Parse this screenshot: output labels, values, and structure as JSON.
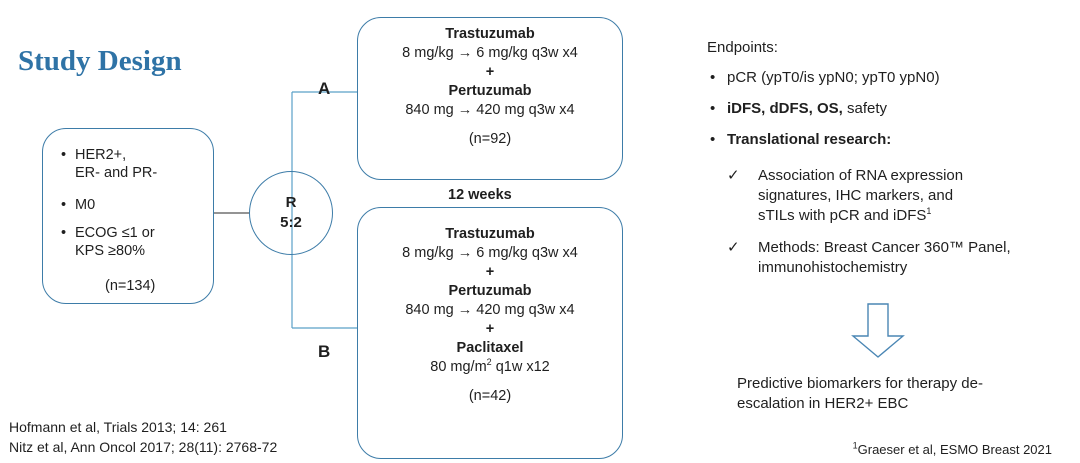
{
  "title": "Study Design",
  "eligibility": {
    "items": [
      "HER2+,\nER- and PR-",
      "M0",
      "ECOG ≤1 or\nKPS ≥80%"
    ],
    "n": "(n=134)"
  },
  "randomization": {
    "line1": "R",
    "line2": "5:2"
  },
  "interval_label": "12 weeks",
  "arm_a": {
    "label": "A",
    "drug1": "Trastuzumab",
    "dose1": "8 mg/kg → 6 mg/kg q3w x4",
    "plus1": "+",
    "drug2": "Pertuzumab",
    "dose2": "840 mg → 420 mg q3w x4",
    "n": "(n=92)"
  },
  "arm_b": {
    "label": "B",
    "drug1": "Trastuzumab",
    "dose1": "8 mg/kg → 6 mg/kg q3w x4",
    "plus1": "+",
    "drug2": "Pertuzumab",
    "dose2": "840 mg → 420 mg q3w x4",
    "plus2": "+",
    "drug3": "Paclitaxel",
    "dose3_pre": "80 mg/m",
    "dose3_sup": "2",
    "dose3_post": " q1w x12",
    "n": "(n=42)"
  },
  "endpoints": {
    "heading": "Endpoints:",
    "pcr": "pCR (ypT0/is ypN0; ypT0 ypN0)",
    "survival_bold": "iDFS, dDFS, OS,",
    "survival_rest": " safety",
    "translational": "Translational research:",
    "sub1_text": "Association of RNA expression signatures, IHC markers, and sTILs with pCR and iDFS",
    "sub1_sup": "1",
    "sub2_text": "Methods: Breast Cancer 360™ Panel, immunohistochemistry",
    "check": "✓",
    "outcome": "Predictive biomarkers for therapy de-escalation in HER2+ EBC"
  },
  "references": [
    "Hofmann et al, Trials 2013; 14: 261",
    "Nitz et al, Ann Oncol 2017; 28(11): 2768-72"
  ],
  "footnote": {
    "sup": "1",
    "text": "Graeser et al, ESMO Breast 2021"
  },
  "colors": {
    "title": "#2f73a6",
    "box_border": "#3d7ca8",
    "connector": "#5aa0c8"
  }
}
